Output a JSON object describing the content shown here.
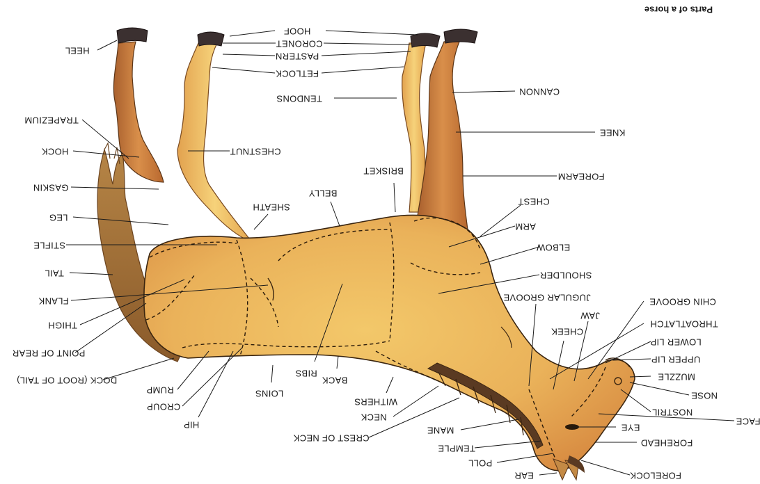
{
  "title": "Parts of a horse",
  "orientation": "rotated-180",
  "colors": {
    "coat_light": "#f2c96a",
    "coat_mid": "#e7a852",
    "coat_dark": "#b8682f",
    "hoof": "#3b3030",
    "mane": "#5a3a22"
  },
  "labels": [
    {
      "id": "hoof",
      "text": "HOOF"
    },
    {
      "id": "coronet",
      "text": "CORONET"
    },
    {
      "id": "pastern",
      "text": "PASTERN"
    },
    {
      "id": "fetlock",
      "text": "FETLOCK"
    },
    {
      "id": "tendons",
      "text": "TENDONS"
    },
    {
      "id": "cannon",
      "text": "CANNON"
    },
    {
      "id": "knee",
      "text": "KNEE"
    },
    {
      "id": "forearm",
      "text": "FOREARM"
    },
    {
      "id": "brisket",
      "text": "BRISKET"
    },
    {
      "id": "belly",
      "text": "BELLY"
    },
    {
      "id": "sheath",
      "text": "SHEATH"
    },
    {
      "id": "chestnut",
      "text": "CHESTNUT"
    },
    {
      "id": "heel",
      "text": "HEEL"
    },
    {
      "id": "trapezium",
      "text": "TRAPEZIUM"
    },
    {
      "id": "hock",
      "text": "HOCK"
    },
    {
      "id": "gaskin",
      "text": "GASKIN"
    },
    {
      "id": "leg",
      "text": "LEG"
    },
    {
      "id": "stifle",
      "text": "STIFLE"
    },
    {
      "id": "tail",
      "text": "TAIL"
    },
    {
      "id": "flank",
      "text": "FLANK"
    },
    {
      "id": "thigh",
      "text": "THIGH"
    },
    {
      "id": "point_of_rear",
      "text": "POINT OF REAR"
    },
    {
      "id": "dock",
      "text": "DOCK (ROOT OF TAIL)"
    },
    {
      "id": "rump",
      "text": "RUMP"
    },
    {
      "id": "croup",
      "text": "CROUP"
    },
    {
      "id": "hip",
      "text": "HIP"
    },
    {
      "id": "loins",
      "text": "LOINS"
    },
    {
      "id": "ribs",
      "text": "RIBS"
    },
    {
      "id": "back",
      "text": "BACK"
    },
    {
      "id": "withers",
      "text": "WITHERS"
    },
    {
      "id": "neck",
      "text": "NECK"
    },
    {
      "id": "crest_of_neck",
      "text": "CREST OF NECK"
    },
    {
      "id": "mane",
      "text": "MANE"
    },
    {
      "id": "temple",
      "text": "TEMPLE"
    },
    {
      "id": "poll",
      "text": "POLL"
    },
    {
      "id": "ear",
      "text": "EAR"
    },
    {
      "id": "forelock",
      "text": "FORELOCK"
    },
    {
      "id": "forehead",
      "text": "FOREHEAD"
    },
    {
      "id": "eye",
      "text": "EYE"
    },
    {
      "id": "face",
      "text": "FACE"
    },
    {
      "id": "nostril",
      "text": "NOSTRIL"
    },
    {
      "id": "nose",
      "text": "NOSE"
    },
    {
      "id": "muzzle",
      "text": "MUZZLE"
    },
    {
      "id": "upper_lip",
      "text": "UPPER LIP"
    },
    {
      "id": "lower_lip",
      "text": "LOWER LIP"
    },
    {
      "id": "throatlatch",
      "text": "THROATLATCH"
    },
    {
      "id": "chin_groove",
      "text": "CHIN GROOVE"
    },
    {
      "id": "jaw",
      "text": "JAW"
    },
    {
      "id": "cheek",
      "text": "CHEEK"
    },
    {
      "id": "jugular_groove",
      "text": "JUGULAR GROOVE"
    },
    {
      "id": "shoulder",
      "text": "SHOULDER"
    },
    {
      "id": "elbow",
      "text": "ELBOW"
    },
    {
      "id": "arm",
      "text": "ARM"
    },
    {
      "id": "chest",
      "text": "CHEST"
    }
  ]
}
